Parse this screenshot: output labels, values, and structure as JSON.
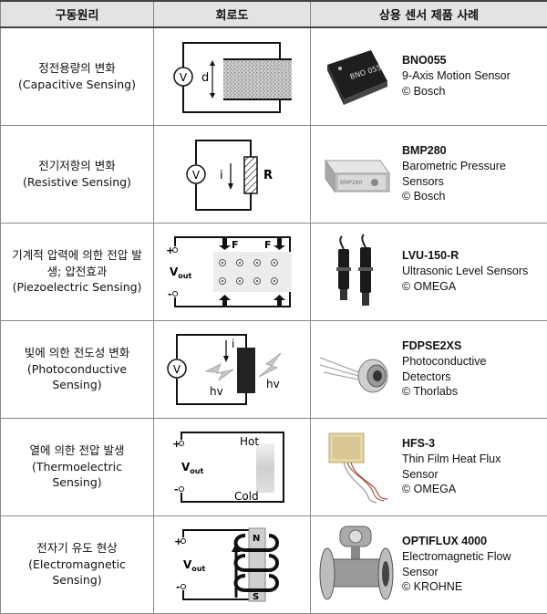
{
  "header": {
    "col1": "구동원리",
    "col2": "회로도",
    "col3": "상용 센서 제품 사례"
  },
  "rows": [
    {
      "principle_ko": "정전용량의 변화",
      "principle_en": "(Capacitive Sensing)",
      "circuit": {
        "meter": "V",
        "label": "d"
      },
      "product": {
        "name": "BNO055",
        "desc": [
          "9-Axis Motion Sensor"
        ],
        "maker": "© Bosch",
        "chip_text": "BNO 055"
      }
    },
    {
      "principle_ko": "전기저항의 변화",
      "principle_en": "(Resistive Sensing)",
      "circuit": {
        "meter": "V",
        "current": "i",
        "resistor": "R"
      },
      "product": {
        "name": "BMP280",
        "desc": [
          "Barometric Pressure",
          "Sensors"
        ],
        "maker": "© Bosch",
        "chip_text": "BMP280"
      }
    },
    {
      "principle_ko": "기계적 압력에 의한 전압 발생; 압전효과",
      "principle_en": "(Piezoelectric Sensing)",
      "circuit": {
        "plus": "+",
        "minus": "-",
        "vout": "V",
        "vout_sub": "out",
        "force_left": "F",
        "force_right": "F"
      },
      "product": {
        "name": "LVU-150-R",
        "desc": [
          "Ultrasonic Level Sensors"
        ],
        "maker": "© OMEGA"
      }
    },
    {
      "principle_ko": "빛에 의한 전도성 변화",
      "principle_en": "(Photoconductive Sensing)",
      "circuit": {
        "meter": "V",
        "current": "i",
        "hv_left": "hv",
        "hv_right": "hv"
      },
      "product": {
        "name": "FDPSE2XS",
        "desc": [
          "Photoconductive",
          "Detectors"
        ],
        "maker": "© Thorlabs"
      }
    },
    {
      "principle_ko": "열에 의한 전압 발생",
      "principle_en": "(Thermoelectric Sensing)",
      "circuit": {
        "plus": "+",
        "minus": "-",
        "vout": "V",
        "vout_sub": "out",
        "hot": "Hot",
        "cold": "Cold"
      },
      "product": {
        "name": "HFS-3",
        "desc": [
          "Thin Film Heat Flux",
          "Sensor"
        ],
        "maker": "© OMEGA"
      }
    },
    {
      "principle_ko": "전자기 유도 현상",
      "principle_en": "(Electromagnetic Sensing)",
      "circuit": {
        "plus": "+",
        "minus": "-",
        "vout": "V",
        "vout_sub": "out",
        "north": "N",
        "south": "S"
      },
      "product": {
        "name": "OPTIFLUX 4000",
        "desc": [
          "Electromagnetic Flow",
          "Sensor"
        ],
        "maker": "© KROHNE"
      }
    }
  ]
}
